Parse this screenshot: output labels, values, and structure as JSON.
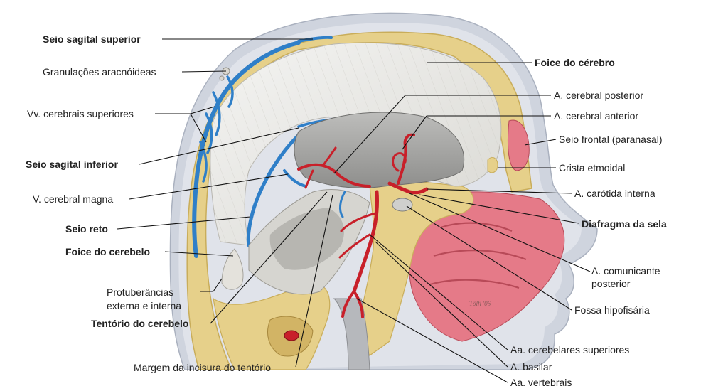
{
  "diagram": {
    "artist_signature": "Tölfl '06",
    "labels": {
      "seio_sagital_superior": "Seio sagital superior",
      "granulacoes": "Granulações aracnóideas",
      "vv_cerebrais": "Vv. cerebrais superiores",
      "seio_sagital_inferior": "Seio sagital inferior",
      "v_cerebral_magna": "V. cerebral magna",
      "seio_reto": "Seio reto",
      "foice_cerebelo": "Foice do cerebelo",
      "protuberancias_1": "Protuberâncias",
      "protuberancias_2": "externa e interna",
      "tentorio": "Tentório do cerebelo",
      "margem": "Margem da incisura do tentório",
      "foice_cerebro": "Foice do cérebro",
      "a_cerebral_posterior": "A. cerebral posterior",
      "a_cerebral_anterior": "A. cerebral anterior",
      "seio_frontal": "Seio frontal (paranasal)",
      "crista": "Crista etmoidal",
      "a_carotida": "A. carótida interna",
      "diafragma": "Diafragma da sela",
      "a_comunicante_1": "A. comunicante",
      "a_comunicante_2": "posterior",
      "fossa": "Fossa hipofisária",
      "aa_cerebelares": "Aa. cerebelares superiores",
      "a_basilar": "A. basilar",
      "aa_vertebrais": "Aa. vertebrais"
    },
    "colors": {
      "bone": "#e6d08a",
      "bone_edge": "#c9ad5a",
      "dura": "#ecebe7",
      "venous": "#2f7fc8",
      "arterial": "#c8202a",
      "mucosa": "#e57a88",
      "skin": "#d8dce6",
      "scalp": "#c2c8d4"
    }
  }
}
